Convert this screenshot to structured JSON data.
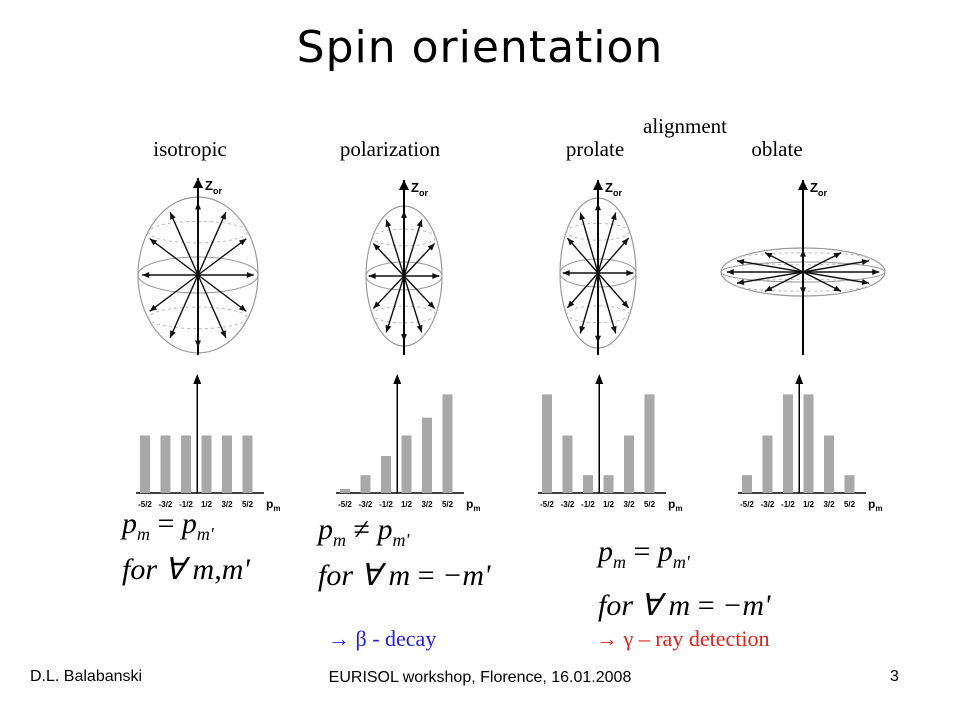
{
  "slide": {
    "title": "Spin orientation",
    "group_label": "alignment",
    "categories": [
      {
        "label": "isotropic",
        "bars": [
          0.42,
          0.42,
          0.42,
          0.42,
          0.42,
          0.42
        ]
      },
      {
        "label": "polarization",
        "bars": [
          0.03,
          0.13,
          0.27,
          0.42,
          0.55,
          0.72
        ]
      },
      {
        "label": "prolate",
        "bars": [
          0.72,
          0.42,
          0.13,
          0.13,
          0.42,
          0.72
        ]
      },
      {
        "label": "oblate",
        "bars": [
          0.13,
          0.42,
          0.72,
          0.72,
          0.42,
          0.13
        ]
      }
    ],
    "axis": {
      "ticks": [
        "-5/2",
        "-3/2",
        "-1/2",
        "1/2",
        "3/2",
        "5/2"
      ],
      "label": "p",
      "label_sub": "m",
      "zaxis_label": "Z",
      "zaxis_sub": "or"
    },
    "formulas": [
      {
        "line1": "p_m = p_m'",
        "line2": "for ∀ m,m'"
      },
      {
        "line1": "p_m ≠ p_m'",
        "line2": "for ∀ m = −m'"
      },
      {
        "line1": "p_m = p_m'",
        "line2": "for ∀ m = −m'"
      }
    ],
    "notes": [
      {
        "arrow": "→",
        "text": "β - decay",
        "color": "#1f1fd6"
      },
      {
        "arrow": "→",
        "text": "γ – ray detection",
        "color": "#e0201a"
      }
    ],
    "colors": {
      "bar": "#a8a8a8",
      "text": "#000000"
    }
  },
  "footer": {
    "author": "D.L. Balabanski",
    "event": "EURISOL workshop, Florence, 16.01.2008",
    "page": "3"
  }
}
